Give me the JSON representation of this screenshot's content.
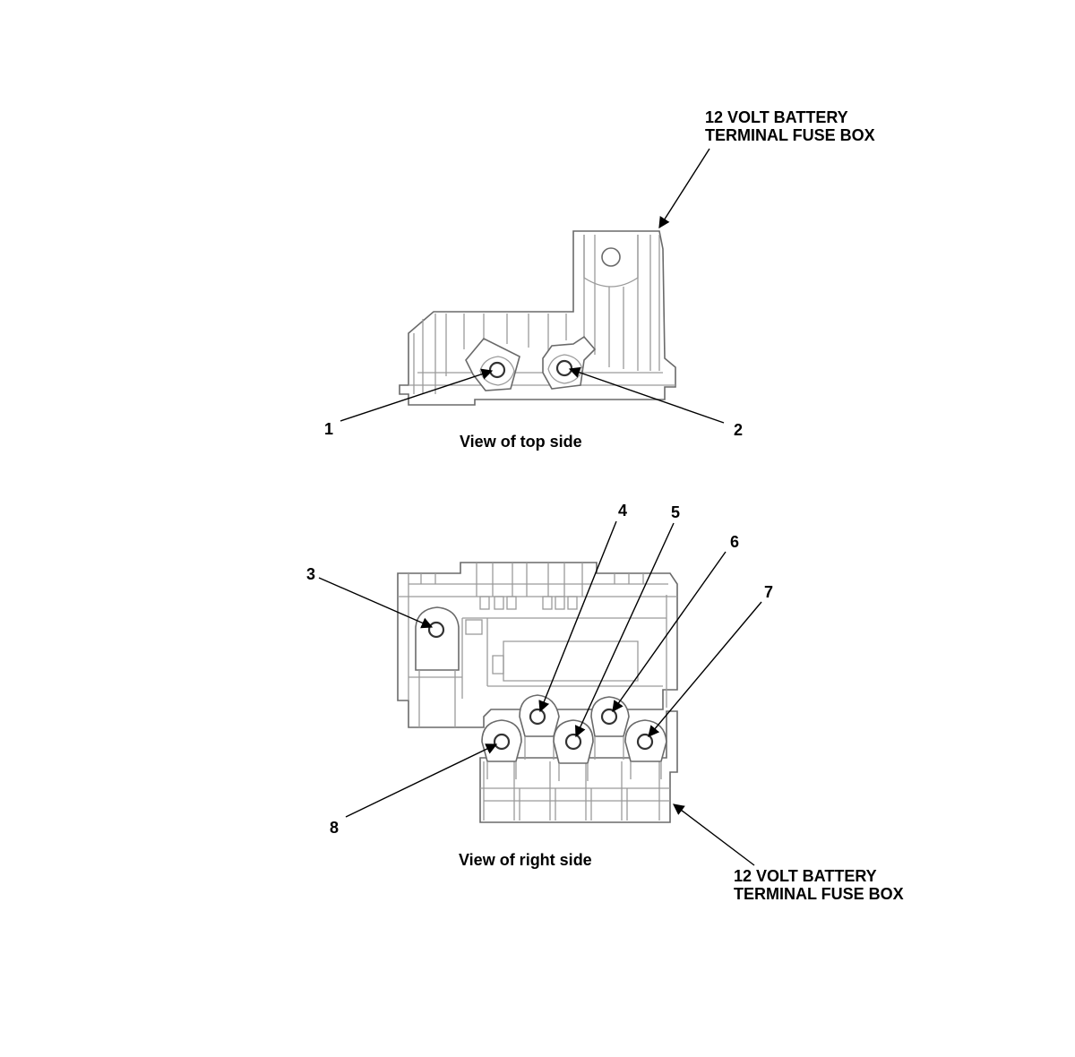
{
  "callouts": {
    "top_fuse_box": [
      "12 VOLT BATTERY",
      "TERMINAL FUSE BOX"
    ],
    "right_fuse_box": [
      "12 VOLT BATTERY",
      "TERMINAL FUSE BOX"
    ]
  },
  "views": {
    "top": "View of top side",
    "right": "View of right side"
  },
  "terminal_numbers": [
    "1",
    "2",
    "3",
    "4",
    "5",
    "6",
    "7",
    "8"
  ]
}
